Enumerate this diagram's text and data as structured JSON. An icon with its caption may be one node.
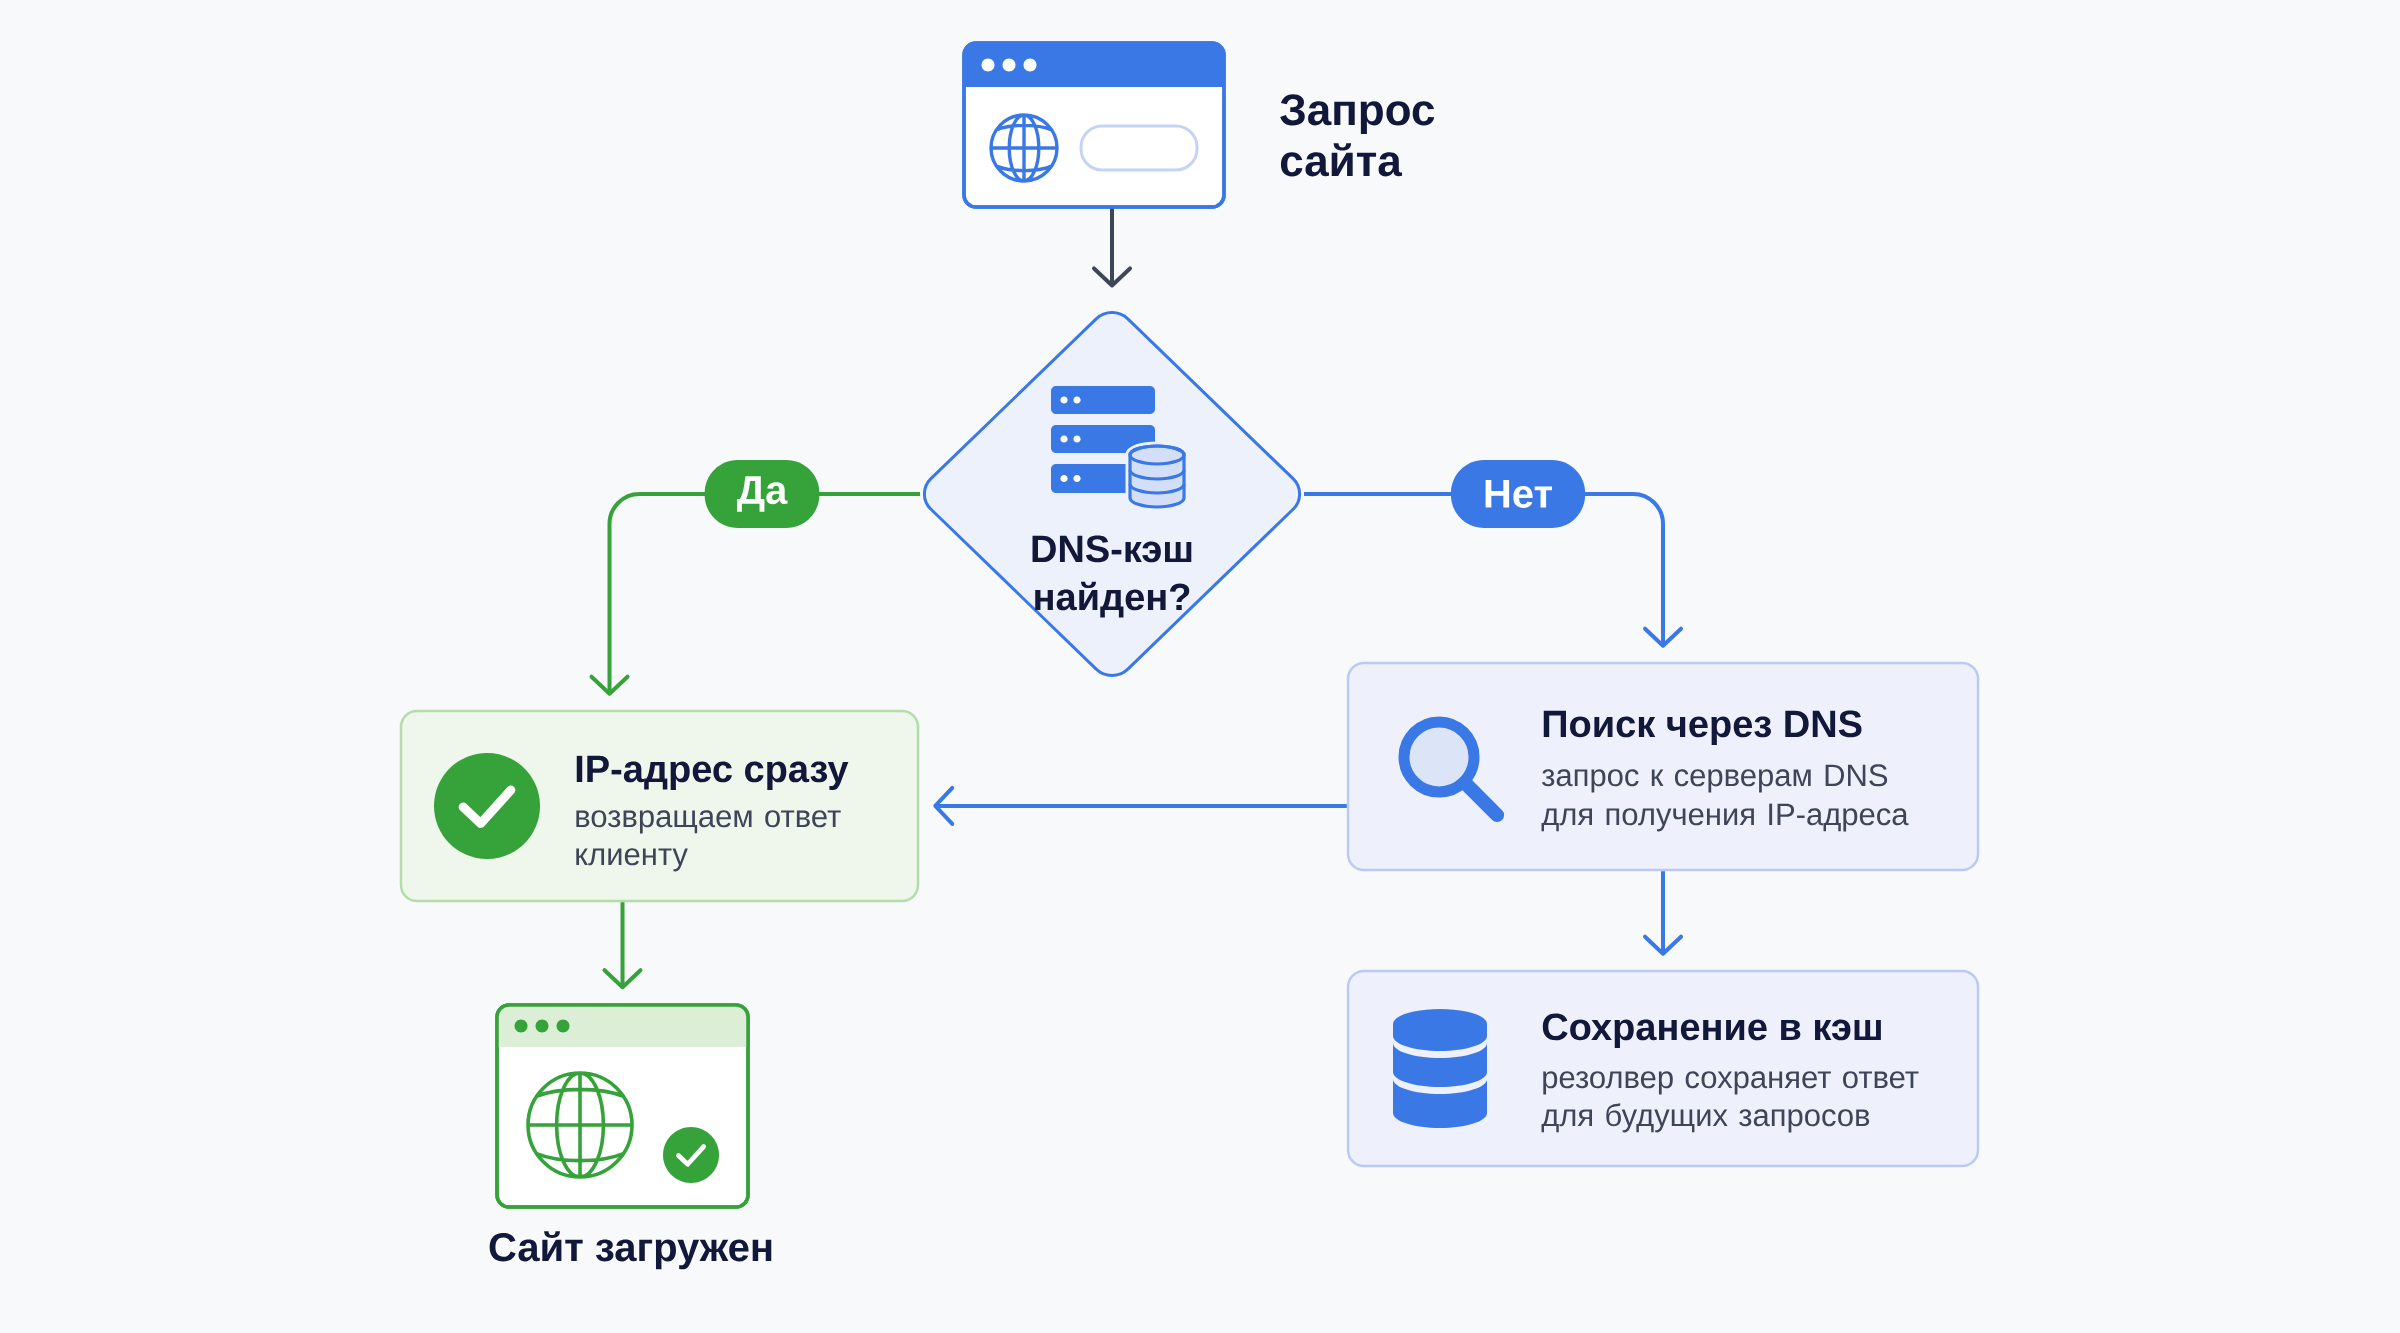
{
  "diagram": {
    "nodes": [
      {
        "text": [
          "Запрос сайта"
        ]
      },
      {
        "text": [
          "DNS-кэш найден?"
        ]
      },
      {
        "text": [
          "IP-адрес сразу",
          "возвращаем ответ клиенту"
        ]
      },
      {
        "text": [
          "Поиск через DNS",
          "запрос к серверам DNS для получения IP-адреса"
        ]
      },
      {
        "text": [
          "Сайт загружен"
        ]
      },
      {
        "text": [
          "Сохранение в кэш",
          "резолвер сохраняет ответ для будущих запросов"
        ]
      }
    ],
    "edges": [
      {
        "from": 0,
        "to": 1,
        "arrow": "to",
        "color": "#3f4658"
      },
      {
        "from": 1,
        "to": 2,
        "arrow": "to",
        "label": "Да",
        "color": "#36a23a"
      },
      {
        "from": 1,
        "to": 3,
        "arrow": "to",
        "label": "Нет"
      },
      {
        "from": 3,
        "to": 2,
        "arrow": "to"
      },
      {
        "from": 2,
        "to": 4,
        "arrow": "to",
        "color": "#36a23a"
      },
      {
        "from": 3,
        "to": 5,
        "arrow": "to"
      }
    ]
  }
}
